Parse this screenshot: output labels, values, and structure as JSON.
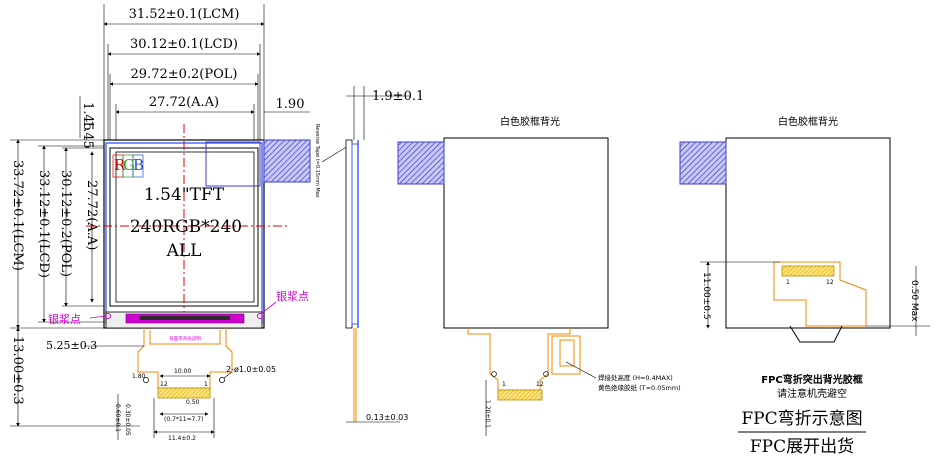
{
  "front_view": {
    "dim_lcm_width": "31.52±0.1(LCM)",
    "dim_lcd_width": "30.12±0.1(LCD)",
    "dim_pol_width": "29.72±0.2(POL)",
    "dim_aa_width": "27.72(A.A)",
    "dim_left_offset": "1.45",
    "dim_right_offset": "1.90",
    "dim_lcm_height": "33.72±0.1(LCM)",
    "dim_lcd_height": "33.12±0.1(LCD)",
    "dim_pol_height": "30.12±0.2(POL)",
    "dim_aa_height": "27.72(A.A)",
    "dim_fpc_length": "13.00±0.3",
    "dim_fpc_offset": "5.25±0.3",
    "dim_pin_pitch": "10.00",
    "dim_holes": "2-ø1.0±0.05",
    "dim_small_1": "1.80",
    "dim_small_2": "0.50",
    "dim_pitch_total": "(0.7*11=7.7)",
    "dim_conn_width": "11.4±0.2",
    "dim_bottom_1": "0.60±0.1",
    "dim_bottom_2": "0.30±0.05",
    "rgb_label": [
      "R",
      "G",
      "B"
    ],
    "panel_size": "1.54\"TFT",
    "resolution": "240RGB*240",
    "view": "ALL",
    "silver_paste_left": "银浆点",
    "silver_paste_right": "银浆点",
    "fpc_label_small": "背面带背光说明",
    "pin_first": "1",
    "pin_last": "12"
  },
  "side_view": {
    "dim_thickness": "1.9±0.1",
    "tape_note": "Reverse Tape t=0.15mm Max",
    "dim_fpc_thickness": "0.13±0.03",
    "dim_bottom": "1.20±0.1"
  },
  "back_view_1": {
    "title": "白色胶框背光",
    "note_line1": "焊接处高度 (H=0.4MAX)",
    "note_line2": "黄色绝缘胶纸 (T=0.05mm)",
    "pin_first": "1",
    "pin_last": "12"
  },
  "back_view_2": {
    "title": "白色胶框背光",
    "dim_height": "11.00±0.5",
    "dim_right": "0.50 Max",
    "pin_first": "1",
    "pin_last": "12",
    "note_line1": "FPC弯折突出背光胶框",
    "note_line2": "请注意机壳避空"
  },
  "footer": {
    "bend_title": "FPC弯折示意图",
    "unfold_title": "FPC展开出货"
  },
  "colors": {
    "red_centerline": "#e00000",
    "rgb_r": "#e00000",
    "rgb_g": "#18a018",
    "rgb_b": "#2a4bd0",
    "magenta_note": "#d000d0",
    "fpc_orange": "#f08a00",
    "connector_yellow": "#f5c400",
    "hatch_blue": "#3b3bd0",
    "panel_edge_blue": "#4060ff"
  }
}
